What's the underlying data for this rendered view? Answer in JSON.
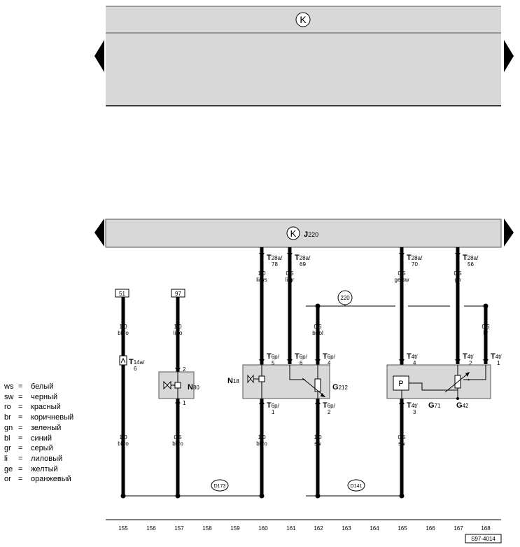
{
  "legend": [
    {
      "code": "ws",
      "eq": "=",
      "name": "белый"
    },
    {
      "code": "sw",
      "eq": "=",
      "name": "черный"
    },
    {
      "code": "ro",
      "eq": "=",
      "name": "красный"
    },
    {
      "code": "br",
      "eq": "=",
      "name": "коричневый"
    },
    {
      "code": "gn",
      "eq": "=",
      "name": "зеленый"
    },
    {
      "code": "bl",
      "eq": "=",
      "name": "синий"
    },
    {
      "code": "gr",
      "eq": "=",
      "name": "серый"
    },
    {
      "code": "li",
      "eq": "=",
      "name": "лиловый"
    },
    {
      "code": "ge",
      "eq": "=",
      "name": "желтый"
    },
    {
      "code": "or",
      "eq": "=",
      "name": "оранжевый"
    }
  ],
  "top_symbol": "K",
  "main": {
    "symbol": "K",
    "unit_main": "J",
    "unit_sub": "220"
  },
  "connectors_top": [
    {
      "main": "T",
      "sub": "28a/",
      "pin": "78",
      "wire": "1,0",
      "color": "li/ws"
    },
    {
      "main": "T",
      "sub": "28a/",
      "pin": "69",
      "wire": "0,5",
      "color": "li/gr"
    },
    {
      "main": "T",
      "sub": "28a/",
      "pin": "70",
      "wire": "0,5",
      "color": "ge/sw"
    },
    {
      "main": "T",
      "sub": "28a/",
      "pin": "56",
      "wire": "0,5",
      "color": "gn"
    }
  ],
  "refs": [
    "51",
    "97"
  ],
  "ref_wires": [
    {
      "wire": "1,0",
      "color": "bl/ro"
    },
    {
      "wire": "1,0",
      "color": "li/ro"
    }
  ],
  "t14": {
    "main": "T",
    "sub": "14a/",
    "pin": "6"
  },
  "n80": {
    "main": "N",
    "sub": "80",
    "pin_top": "2",
    "pin_bottom": "1",
    "wire_bottom": "0,5",
    "color_bottom": "bl/ro"
  },
  "n18": {
    "main": "N",
    "sub": "18"
  },
  "g212": {
    "main": "G",
    "sub": "212"
  },
  "g71": {
    "main": "G",
    "sub": "71"
  },
  "g42": {
    "main": "G",
    "sub": "42"
  },
  "junction_220": "220",
  "d173": "D173",
  "d141": "D141",
  "t6p_top": [
    {
      "main": "T",
      "sub": "6p/",
      "pin": "5"
    },
    {
      "main": "T",
      "sub": "6p/",
      "pin": "6"
    },
    {
      "main": "T",
      "sub": "6p/",
      "pin": "4"
    }
  ],
  "t6p_bottom": [
    {
      "main": "T",
      "sub": "6p/",
      "pin": "1"
    },
    {
      "main": "T",
      "sub": "6p/",
      "pin": "2"
    }
  ],
  "t4t_top": [
    {
      "main": "T",
      "sub": "4t/",
      "pin": "4"
    },
    {
      "main": "T",
      "sub": "4t/",
      "pin": "2"
    },
    {
      "main": "T",
      "sub": "4t/",
      "pin": "1"
    }
  ],
  "t4t_bottom": {
    "main": "T",
    "sub": "4t/",
    "pin": "3"
  },
  "wire_162_top": {
    "wire": "0,5",
    "color": "br/bl"
  },
  "wire_168_top": {
    "wire": "0,5",
    "color": "br"
  },
  "bottom_wires": [
    {
      "wire": "1,0",
      "color": "bl/ro"
    },
    {
      "wire": "0,5",
      "color": "bl/ro"
    },
    {
      "wire": "1,0",
      "color": "bl/ro"
    },
    {
      "wire": "1,0",
      "color": "sw"
    },
    {
      "wire": "0,5",
      "color": "sw"
    }
  ],
  "pin_p": "P",
  "scale": [
    "155",
    "156",
    "157",
    "158",
    "159",
    "160",
    "161",
    "162",
    "163",
    "164",
    "165",
    "166",
    "167",
    "168"
  ],
  "figure_code": "S97-4014"
}
